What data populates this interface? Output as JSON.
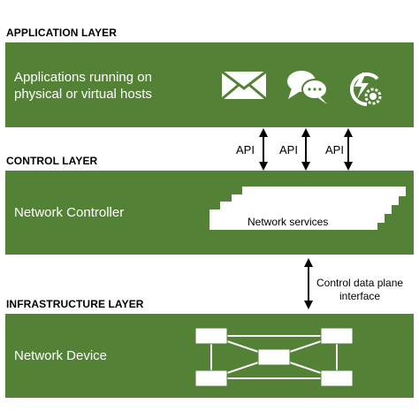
{
  "application_layer": {
    "heading": "APPLICATION LAYER",
    "text_line1": "Applications running on",
    "text_line2": "physical or virtual hosts",
    "icons": [
      "mail-icon",
      "chat-icon",
      "settings-bolt-icon"
    ]
  },
  "control_layer": {
    "heading": "CONTROL LAYER",
    "text": "Network Controller",
    "services_label": "Network services",
    "api_labels": [
      "API",
      "API",
      "API"
    ]
  },
  "interface": {
    "label_line1": "Control data plane",
    "label_line2": "interface"
  },
  "infrastructure_layer": {
    "heading": "INFRASTRUCTURE LAYER",
    "text": "Network Device"
  },
  "colors": {
    "panel_green": "#538135",
    "text_white": "#ffffff",
    "arrow_black": "#000000"
  }
}
